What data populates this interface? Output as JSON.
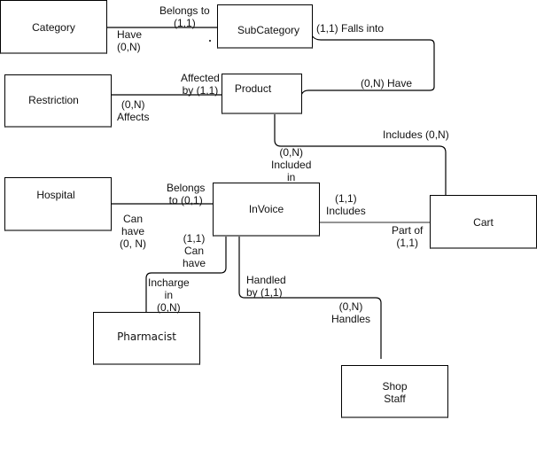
{
  "diagram": {
    "type": "entity-relationship",
    "entities": {
      "category": "Category",
      "subcategory": "SubCategory",
      "restriction": "Restriction",
      "product": "Product",
      "hospital": "Hospital",
      "invoice": "InVoice",
      "cart": "Cart",
      "pharmacist": "Pharmacist",
      "shop_staff": "Shop\nStaff"
    },
    "relationships": [
      {
        "from": "Category",
        "to": "SubCategory",
        "from_label": "Have\n(0,N)",
        "to_label": "Belongs to\n(1,1)"
      },
      {
        "from": "SubCategory",
        "to": "Product",
        "from_label": "(1,1) Falls into",
        "to_label": "(0,N) Have"
      },
      {
        "from": "Restriction",
        "to": "Product",
        "from_label": "(0,N)\nAffects",
        "to_label": "Affected\nby (1,1)"
      },
      {
        "from": "Product",
        "to": "Cart",
        "from_label": "(0,N)\nIncluded\nin",
        "to_label": "Includes (0,N)"
      },
      {
        "from": "Hospital",
        "to": "InVoice",
        "from_label": "Can\nhave\n(0, N)",
        "to_label": "Belongs\nto (0,1)"
      },
      {
        "from": "InVoice",
        "to": "Cart",
        "from_label": "(1,1)\nIncludes",
        "to_label": "Part of\n(1,1)"
      },
      {
        "from": "InVoice",
        "to": "Pharmacist",
        "from_label": "(1,1)\nCan\nhave",
        "to_label": "Incharge\nin\n(0,N)"
      },
      {
        "from": "InVoice",
        "to": "Shop Staff",
        "from_label": "Handled\nby (1,1)",
        "to_label": "(0,N)\nHandles"
      }
    ]
  }
}
